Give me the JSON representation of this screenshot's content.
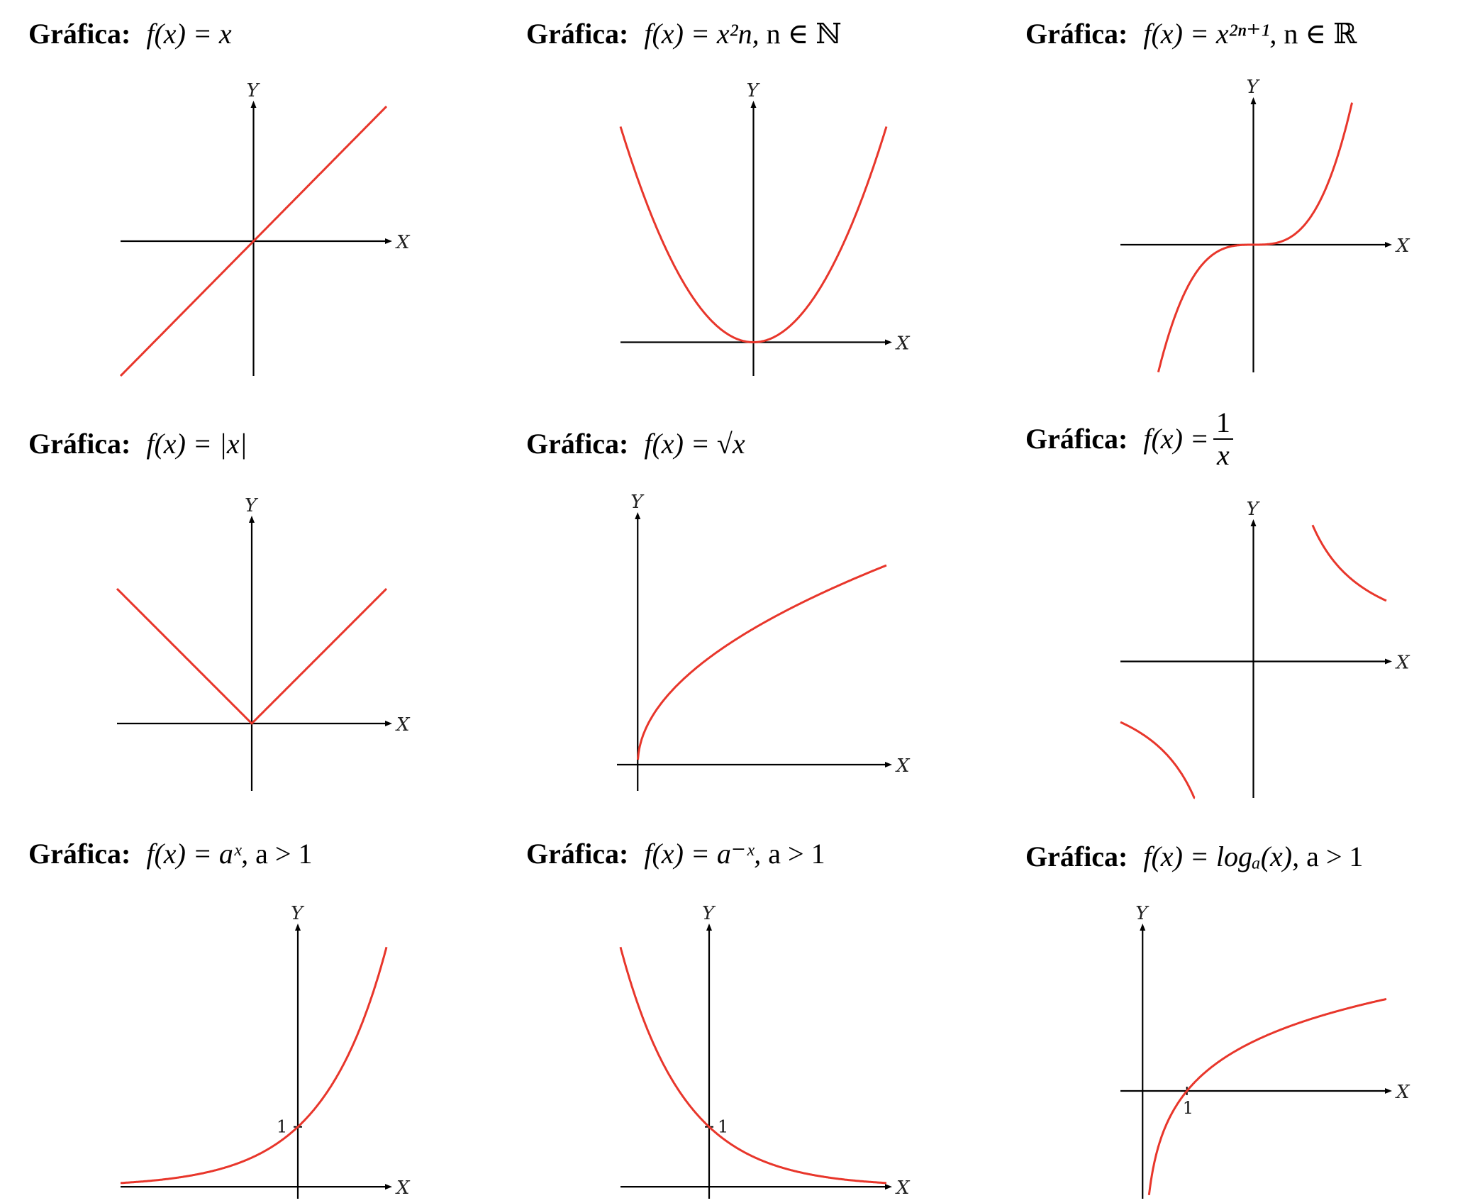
{
  "colors": {
    "curve": "#e8362b",
    "axis": "#000000"
  },
  "chart_data": [
    {
      "type": "line",
      "function": "identity",
      "title_label": "Gráfica:",
      "title_expr": "f(x) = x",
      "title_rest": "",
      "xlabel": "X",
      "ylabel": "Y",
      "xlim": [
        -2,
        2
      ],
      "ylim": [
        -2,
        2
      ],
      "grid": false,
      "ticks": []
    },
    {
      "type": "line",
      "function": "even_power",
      "title_label": "Gráfica:",
      "title_expr": "f(x) = x²n,",
      "title_rest": " n ∈ ℕ",
      "xlabel": "X",
      "ylabel": "Y",
      "xlim": [
        -1.6,
        1.6
      ],
      "ylim": [
        -0.4,
        2.8
      ],
      "grid": false,
      "ticks": []
    },
    {
      "type": "line",
      "function": "odd_power",
      "title_label": "Gráfica:",
      "title_expr": "f(x) = x²ⁿ⁺¹,",
      "title_rest": " n ∈ ℝ",
      "xlabel": "X",
      "ylabel": "Y",
      "xlim": [
        -1.7,
        1.7
      ],
      "ylim": [
        -1.8,
        2.0
      ],
      "grid": false,
      "ticks": []
    },
    {
      "type": "line",
      "function": "absolute",
      "title_label": "Gráfica:",
      "title_expr": "f(x) = |x|",
      "title_rest": "",
      "xlabel": "X",
      "ylabel": "Y",
      "xlim": [
        -2,
        2
      ],
      "ylim": [
        -1,
        3
      ],
      "grid": false,
      "ticks": []
    },
    {
      "type": "line",
      "function": "sqrt",
      "title_label": "Gráfica:",
      "title_expr": "f(x) = √x",
      "title_rest": "",
      "xlabel": "X",
      "ylabel": "Y",
      "xlim": [
        -0.3,
        3.6
      ],
      "ylim": [
        -0.25,
        2.35
      ],
      "grid": false,
      "ticks": []
    },
    {
      "type": "line",
      "function": "reciprocal",
      "title_label": "Gráfica:",
      "title_expr": "f(x) =",
      "title_num": "1",
      "title_den": "x",
      "xlabel": "X",
      "ylabel": "Y",
      "xlim": [
        -1.5,
        1.5
      ],
      "ylim": [
        -1.5,
        1.5
      ],
      "grid": false,
      "ticks": []
    },
    {
      "type": "line",
      "function": "exp_growth",
      "title_label": "Gráfica:",
      "title_expr": "f(x) = aˣ,",
      "title_rest": " a > 1",
      "xlabel": "X",
      "ylabel": "Y",
      "xlim": [
        -4.0,
        2.0
      ],
      "ylim": [
        -0.2,
        4.3
      ],
      "grid": false,
      "ticks": [
        {
          "axis": "y",
          "value": 1,
          "label": "1"
        }
      ]
    },
    {
      "type": "line",
      "function": "exp_decay",
      "title_label": "Gráfica:",
      "title_expr": "f(x) = a⁻ˣ,",
      "title_rest": " a > 1",
      "xlabel": "X",
      "ylabel": "Y",
      "xlim": [
        -2.0,
        4.0
      ],
      "ylim": [
        -0.2,
        4.3
      ],
      "grid": false,
      "ticks": [
        {
          "axis": "y",
          "value": 1,
          "label": "1"
        }
      ]
    },
    {
      "type": "line",
      "function": "log",
      "title_label": "Gráfica:",
      "title_expr": "f(x) = logₐ(x),",
      "title_rest": " a > 1",
      "xlabel": "X",
      "ylabel": "Y",
      "xlim": [
        -0.5,
        5.5
      ],
      "ylim": [
        -2.0,
        3.0
      ],
      "grid": false,
      "ticks": [
        {
          "axis": "x",
          "value": 1,
          "label": "1"
        }
      ]
    }
  ]
}
